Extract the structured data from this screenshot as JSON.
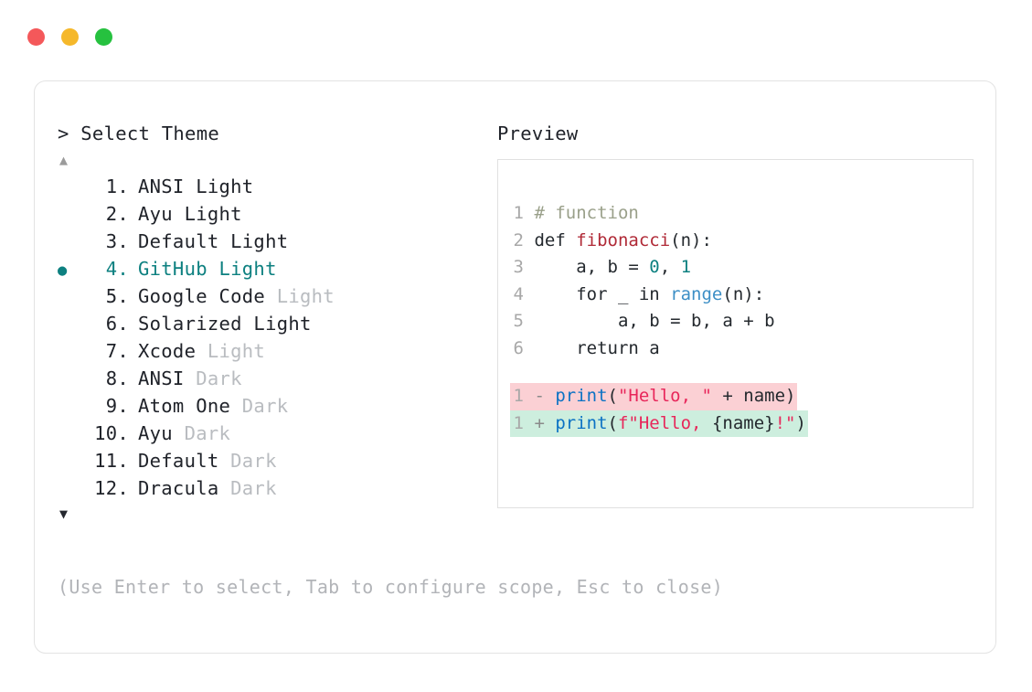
{
  "window": {
    "dots": [
      {
        "name": "close",
        "color": "#f4585a"
      },
      {
        "name": "minimize",
        "color": "#f5b82b"
      },
      {
        "name": "maximize",
        "color": "#26c13f"
      }
    ]
  },
  "selector": {
    "prompt": "> Select Theme",
    "scroll_up": "▲",
    "scroll_down": "▼",
    "selected_index": 4,
    "bullet": "●",
    "items": [
      {
        "number": "1.",
        "name": "ANSI",
        "variant": "Light",
        "variant_dim": false,
        "selected": false
      },
      {
        "number": "2.",
        "name": "Ayu",
        "variant": "Light",
        "variant_dim": false,
        "selected": false
      },
      {
        "number": "3.",
        "name": "Default",
        "variant": "Light",
        "variant_dim": false,
        "selected": false
      },
      {
        "number": "4.",
        "name": "GitHub",
        "variant": "Light",
        "variant_dim": false,
        "selected": true
      },
      {
        "number": "5.",
        "name": "Google Code",
        "variant": "Light",
        "variant_dim": true,
        "selected": false
      },
      {
        "number": "6.",
        "name": "Solarized",
        "variant": "Light",
        "variant_dim": false,
        "selected": false
      },
      {
        "number": "7.",
        "name": "Xcode",
        "variant": "Light",
        "variant_dim": true,
        "selected": false
      },
      {
        "number": "8.",
        "name": "ANSI",
        "variant": "Dark",
        "variant_dim": true,
        "selected": false
      },
      {
        "number": "9.",
        "name": "Atom One",
        "variant": "Dark",
        "variant_dim": true,
        "selected": false
      },
      {
        "number": "10.",
        "name": "Ayu",
        "variant": "Dark",
        "variant_dim": true,
        "selected": false
      },
      {
        "number": "11.",
        "name": "Default",
        "variant": "Dark",
        "variant_dim": true,
        "selected": false
      },
      {
        "number": "12.",
        "name": "Dracula",
        "variant": "Dark",
        "variant_dim": true,
        "selected": false
      }
    ]
  },
  "preview": {
    "title": "Preview",
    "code": {
      "lines": [
        {
          "number": "1",
          "tokens": [
            {
              "text": "# function",
              "type": "comment"
            }
          ]
        },
        {
          "number": "2",
          "tokens": [
            {
              "text": "def ",
              "type": "kw"
            },
            {
              "text": "fibonacci",
              "type": "fn"
            },
            {
              "text": "(n):",
              "type": "plain"
            }
          ]
        },
        {
          "number": "3",
          "tokens": [
            {
              "text": "    a, b = ",
              "type": "plain"
            },
            {
              "text": "0",
              "type": "num"
            },
            {
              "text": ", ",
              "type": "plain"
            },
            {
              "text": "1",
              "type": "num"
            }
          ]
        },
        {
          "number": "4",
          "tokens": [
            {
              "text": "    for _ in ",
              "type": "plain"
            },
            {
              "text": "range",
              "type": "builtin"
            },
            {
              "text": "(n):",
              "type": "plain"
            }
          ]
        },
        {
          "number": "5",
          "tokens": [
            {
              "text": "        a, b = b, a + b",
              "type": "plain"
            }
          ]
        },
        {
          "number": "6",
          "tokens": [
            {
              "text": "    return a",
              "type": "plain"
            }
          ]
        }
      ],
      "diff": [
        {
          "number": "1",
          "kind": "del",
          "sign": "-",
          "tokens": [
            {
              "text": "print",
              "type": "fn-blue"
            },
            {
              "text": "(",
              "type": "plain"
            },
            {
              "text": "\"Hello, \"",
              "type": "str"
            },
            {
              "text": " + name)",
              "type": "plain"
            }
          ]
        },
        {
          "number": "1",
          "kind": "add",
          "sign": "+",
          "tokens": [
            {
              "text": "print",
              "type": "fn-blue"
            },
            {
              "text": "(",
              "type": "plain"
            },
            {
              "text": "f\"Hello, ",
              "type": "str"
            },
            {
              "text": "{name}",
              "type": "brace"
            },
            {
              "text": "!\"",
              "type": "str"
            },
            {
              "text": ")",
              "type": "plain"
            }
          ]
        }
      ]
    }
  },
  "footer": {
    "hint": "(Use Enter to select, Tab to configure scope, Esc to close)"
  },
  "colors": {
    "accent": "#0d8080",
    "dim_text": "#b9bcc0",
    "diff_del_bg": "#fbd0d4",
    "diff_add_bg": "#cdeede",
    "border": "#e3e3e3"
  }
}
